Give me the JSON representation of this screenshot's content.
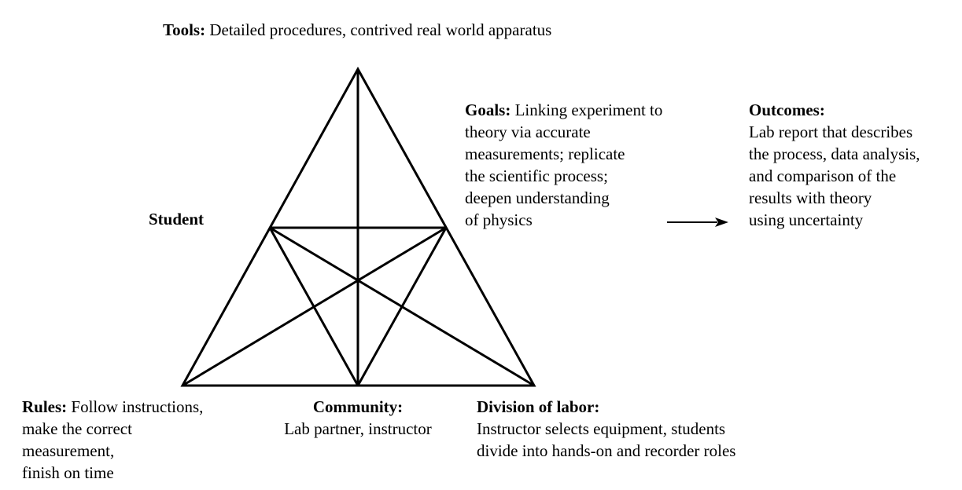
{
  "tools": {
    "label": "Tools:",
    "text": "Detailed procedures, contrived real world apparatus"
  },
  "goals": {
    "label": "Goals:",
    "lines": [
      "Linking experiment to",
      "theory via accurate",
      "measurements; replicate",
      "the scientific process;",
      "deepen understanding",
      "of physics"
    ]
  },
  "outcomes": {
    "label": "Outcomes:",
    "lines": [
      "Lab report that describes",
      "the process, data analysis,",
      "and comparison of the",
      "results with theory",
      "using uncertainty"
    ]
  },
  "student": {
    "label": "Student"
  },
  "rules": {
    "label": "Rules:",
    "lines": [
      "Follow instructions,",
      "make the correct",
      "measurement,",
      "finish on time"
    ]
  },
  "community": {
    "label": "Community:",
    "text": "Lab partner, instructor"
  },
  "division": {
    "label": "Division of labor:",
    "lines": [
      "Instructor selects equipment, students",
      "divide into hands-on and recorder roles"
    ]
  }
}
